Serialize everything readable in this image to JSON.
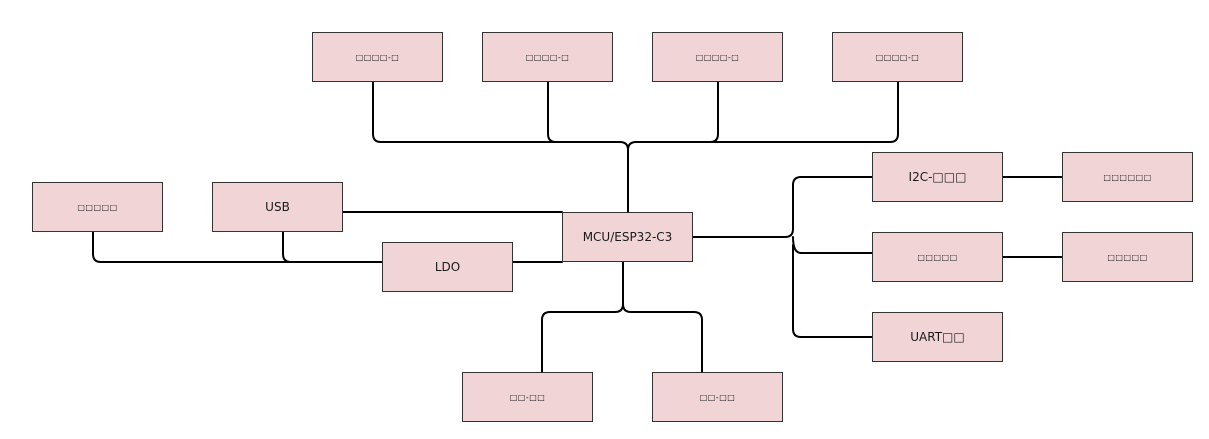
{
  "diagram": {
    "colors": {
      "box_fill": "#f0d4d6",
      "box_border": "#333333",
      "wire": "#000000"
    },
    "nodes": {
      "top1": "□□□□-□",
      "top2": "□□□□-□",
      "top3": "□□□□-□",
      "top4": "□□□□-□",
      "left_box": "□□□□□",
      "usb": "USB",
      "ldo": "LDO",
      "mcu": "MCU/ESP32-C3",
      "i2c": "I2C-□□□",
      "i2c_sub": "□□□□□□",
      "mid_right": "□□□□□",
      "mid_right_sub": "□□□□□",
      "uart": "UART□□",
      "bottom1": "□□-□□",
      "bottom2": "□□-□□"
    }
  }
}
